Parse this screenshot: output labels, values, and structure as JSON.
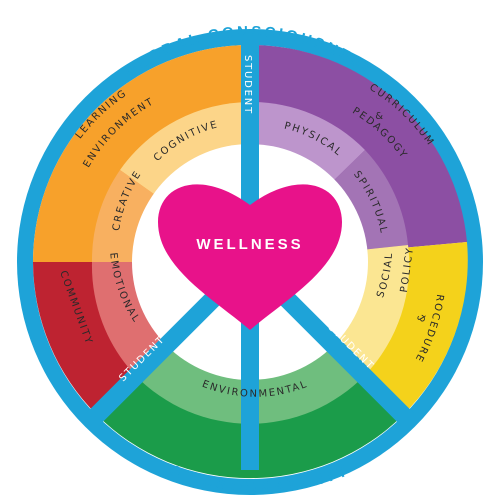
{
  "ring_top": "GLOBAL CONSCIOUSNESS",
  "ring_bottom": "& SUSTAINABILITY",
  "center": "WELLNESS",
  "student_top": "STUDENT",
  "student_left": "STUDENT",
  "student_right": "STUDENT",
  "outer": {
    "learning_line1": "LEARNING",
    "learning_line2": "ENVIRONMENT",
    "curriculum_line1": "CURRICULUM",
    "curriculum_line2": "&",
    "curriculum_line3": "PEDAGOGY",
    "policy_line1": "POLICY",
    "policy_line2": "&",
    "policy_line3": "PROCEDURES",
    "community": "COMMUNITY"
  },
  "inner": {
    "cognitive": "COGNITIVE",
    "creative": "CREATIVE",
    "physical": "PHYSICAL",
    "spiritual": "SPIRITUAL",
    "emotional": "EMOTIONAL",
    "social": "SOCIAL",
    "environmental": "ENVIRONMENTAL"
  },
  "colors": {
    "ring": "#1ea3d8",
    "orange": "#f7a12b",
    "purple": "#8c4fa3",
    "yellow": "#f4d21b",
    "red": "#be2331",
    "green": "#1b9c4a",
    "heart": "#e8128a"
  }
}
